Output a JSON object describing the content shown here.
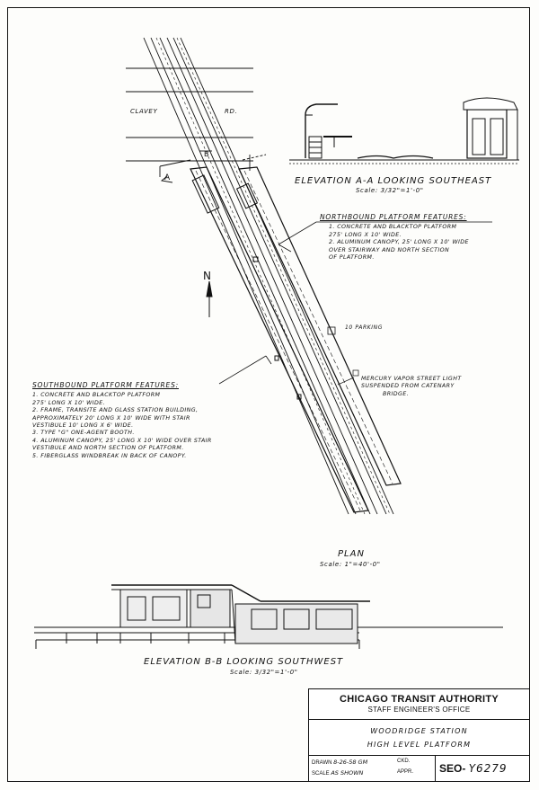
{
  "street": {
    "name_left": "CLAVEY",
    "name_right": "RD."
  },
  "section_markers": {
    "a": "A",
    "b": "B"
  },
  "north_arrow": {
    "label": "N"
  },
  "elevation_aa": {
    "title": "ELEVATION A-A LOOKING SOUTHEAST",
    "scale": "Scale: 3/32\"=1'-0\""
  },
  "northbound": {
    "header": "NORTHBOUND PLATFORM FEATURES:",
    "items": [
      "1. CONCRETE AND BLACKTOP PLATFORM",
      "   275' LONG X 10' WIDE.",
      "2. ALUMINUM CANOPY, 25' LONG X 10' WIDE",
      "   OVER STAIRWAY AND NORTH SECTION",
      "   OF PLATFORM."
    ]
  },
  "southbound": {
    "header": "SOUTHBOUND PLATFORM FEATURES:",
    "items": [
      "1. CONCRETE AND BLACKTOP PLATFORM",
      "   275' LONG X 10' WIDE.",
      "2. FRAME, TRANSITE AND GLASS STATION BUILDING,",
      "   APPROXIMATELY 20' LONG X 10' WIDE WITH STAIR",
      "   VESTIBULE 10' LONG X 6' WIDE.",
      "3. TYPE \"G\" ONE-AGENT BOOTH.",
      "4. ALUMINUM CANOPY, 25' LONG X 10' WIDE OVER STAIR",
      "   VESTIBULE AND NORTH SECTION OF PLATFORM.",
      "5. FIBERGLASS WINDBREAK IN BACK OF CANOPY."
    ]
  },
  "callouts": {
    "parking": "10 PARKING",
    "light": [
      "MERCURY VAPOR STREET LIGHT",
      "SUSPENDED FROM CATENARY",
      "BRIDGE."
    ]
  },
  "plan": {
    "title": "PLAN",
    "scale": "Scale: 1\"=40'-0\""
  },
  "elevation_bb": {
    "title": "ELEVATION B-B LOOKING SOUTHWEST",
    "scale": "Scale: 3/32\"=1'-0\""
  },
  "title_block": {
    "org": "CHICAGO TRANSIT AUTHORITY",
    "office": "STAFF ENGINEER'S OFFICE",
    "station": "WOODRIDGE STATION",
    "subtitle": "HIGH LEVEL PLATFORM",
    "drawn_label": "DRAWN",
    "drawn_value": "8-26-58 GM",
    "scale_label": "SCALE",
    "scale_value": "AS SHOWN",
    "ckd_label": "CKD.",
    "appr_label": "APPR.",
    "dwg_prefix": "SEO-",
    "dwg_number": "Y6279"
  }
}
